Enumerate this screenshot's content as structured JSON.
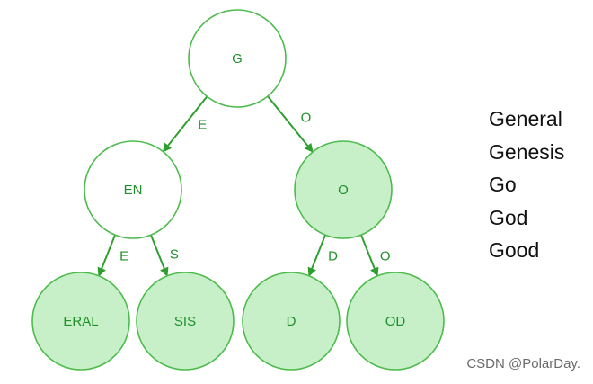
{
  "colors": {
    "node_stroke": "#4cbb4c",
    "node_fill_plain": "#ffffff",
    "node_fill_word_end": "#c8f0c8",
    "edge": "#2e9e2e",
    "label": "#1f8f2a"
  },
  "tree": {
    "nodes": [
      {
        "id": "root",
        "label": "G",
        "word_end": false
      },
      {
        "id": "en",
        "label": "EN",
        "word_end": false
      },
      {
        "id": "o",
        "label": "O",
        "word_end": true
      },
      {
        "id": "eral",
        "label": "ERAL",
        "word_end": true
      },
      {
        "id": "sis",
        "label": "SIS",
        "word_end": true
      },
      {
        "id": "d",
        "label": "D",
        "word_end": true
      },
      {
        "id": "od",
        "label": "OD",
        "word_end": true
      }
    ],
    "edges": [
      {
        "from": "root",
        "to": "en",
        "label": "E"
      },
      {
        "from": "root",
        "to": "o",
        "label": "O"
      },
      {
        "from": "en",
        "to": "eral",
        "label": "E"
      },
      {
        "from": "en",
        "to": "sis",
        "label": "S"
      },
      {
        "from": "o",
        "to": "d",
        "label": "D"
      },
      {
        "from": "o",
        "to": "od",
        "label": "O"
      }
    ]
  },
  "words": [
    "General",
    "Genesis",
    "Go",
    "God",
    "Good"
  ],
  "watermark": "CSDN @PolarDay."
}
